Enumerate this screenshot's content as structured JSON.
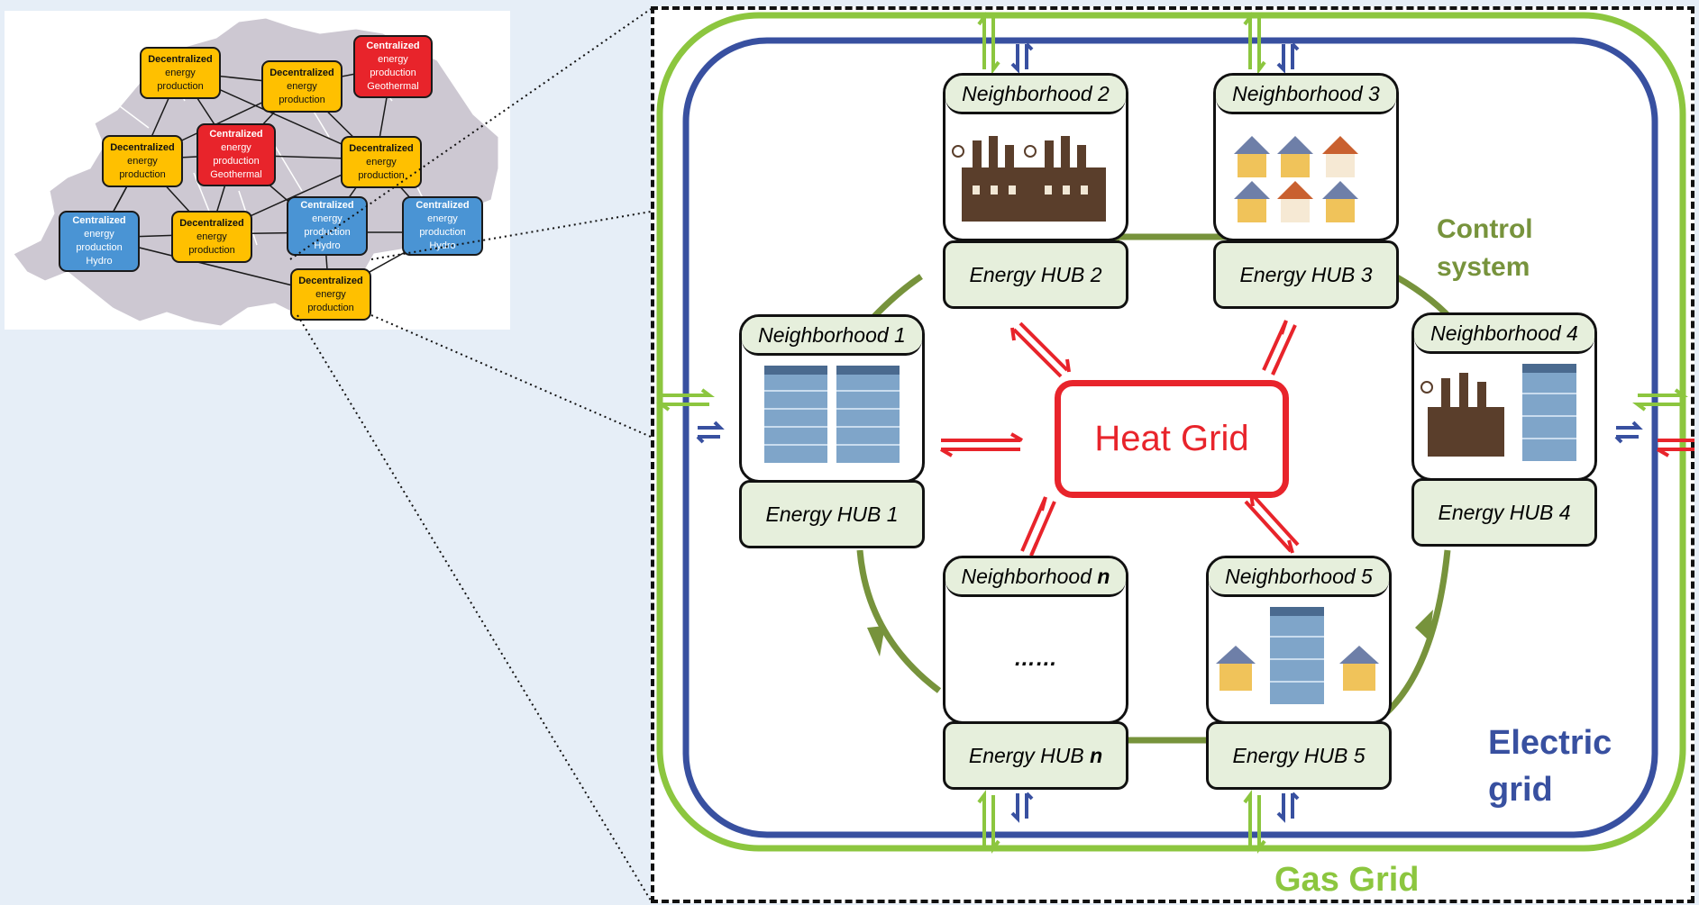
{
  "map": {
    "nodes": [
      {
        "id": "n1",
        "line1": "Decentralized",
        "line2": "energy",
        "line3": "production",
        "line4": "",
        "kind": "dec"
      },
      {
        "id": "n2",
        "line1": "Decentralized",
        "line2": "energy",
        "line3": "production",
        "line4": "",
        "kind": "dec"
      },
      {
        "id": "n3",
        "line1": "Centralized",
        "line2": "energy",
        "line3": "production",
        "line4": "Geothermal",
        "kind": "cen-geo"
      },
      {
        "id": "n4",
        "line1": "Decentralized",
        "line2": "energy",
        "line3": "production",
        "line4": "",
        "kind": "dec"
      },
      {
        "id": "n5",
        "line1": "Centralized",
        "line2": "energy",
        "line3": "production",
        "line4": "Geothermal",
        "kind": "cen-geo"
      },
      {
        "id": "n6",
        "line1": "Decentralized",
        "line2": "energy",
        "line3": "production",
        "line4": "",
        "kind": "dec"
      },
      {
        "id": "n7",
        "line1": "Centralized",
        "line2": "energy",
        "line3": "production",
        "line4": "Hydro",
        "kind": "cen-hyd"
      },
      {
        "id": "n8",
        "line1": "Decentralized",
        "line2": "energy",
        "line3": "production",
        "line4": "",
        "kind": "dec"
      },
      {
        "id": "n9",
        "line1": "Centralized",
        "line2": "energy",
        "line3": "production",
        "line4": "Hydro",
        "kind": "cen-hyd"
      },
      {
        "id": "n10",
        "line1": "Centralized",
        "line2": "energy",
        "line3": "production",
        "line4": "Hydro",
        "kind": "cen-hyd"
      },
      {
        "id": "n11",
        "line1": "Decentralized",
        "line2": "energy",
        "line3": "production",
        "line4": "",
        "kind": "dec"
      }
    ]
  },
  "diagram": {
    "neighborhoods": [
      {
        "title": "Neighborhood 2",
        "hub": "Energy HUB 2",
        "image": "factories-icon"
      },
      {
        "title": "Neighborhood 3",
        "hub": "Energy HUB 3",
        "image": "houses-icon"
      },
      {
        "title": "Neighborhood 1",
        "hub": "Energy HUB 1",
        "image": "office-buildings-icon"
      },
      {
        "title": "Neighborhood 4",
        "hub": "Energy HUB 4",
        "image": "factory-and-office-icon"
      },
      {
        "title_prefix": "Neighborhood ",
        "title_suffix": "n",
        "hub_prefix": "Energy HUB ",
        "hub_suffix": "n",
        "content": "……"
      },
      {
        "title": "Neighborhood 5",
        "hub": "Energy HUB 5",
        "image": "houses-and-office-icon"
      }
    ],
    "heat_grid": "Heat Grid",
    "control_system_line1": "Control",
    "control_system_line2": "system",
    "electric_grid_line1": "Electric",
    "electric_grid_line2": "grid",
    "gas_grid": "Gas Grid"
  },
  "colors": {
    "gas": "#8cc63f",
    "electric": "#3850a0",
    "heat": "#e8242b",
    "control": "#77933c",
    "decentralized": "#ffc000",
    "geothermal": "#e8242b",
    "hydro": "#4a94d4"
  }
}
